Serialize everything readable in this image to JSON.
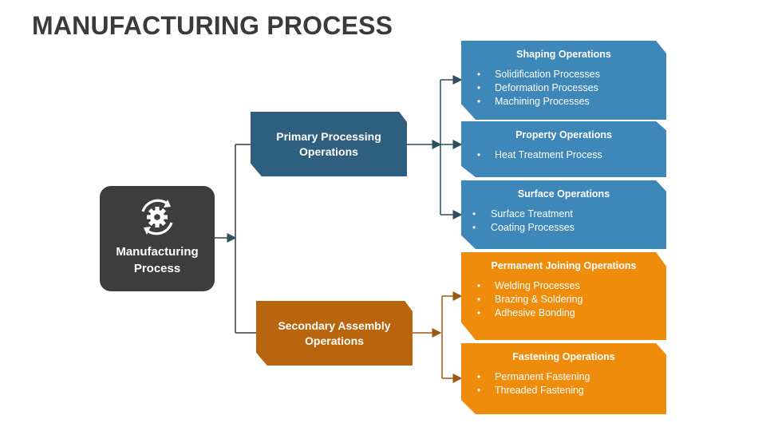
{
  "title": "MANUFACTURING PROCESS",
  "root": {
    "label": "Manufacturing Process",
    "icon": "gear-cycle-icon"
  },
  "primary": {
    "label": "Primary Processing Operations",
    "color": "#2f5f7e",
    "boxes": [
      {
        "title": "Shaping Operations",
        "items": [
          "Solidification Processes",
          "Deformation Processes",
          "Machining Processes"
        ]
      },
      {
        "title": "Property Operations",
        "items": [
          "Heat Treatment Process"
        ]
      },
      {
        "title": "Surface Operations",
        "items": [
          "Surface Treatment",
          "Coating Processes"
        ]
      }
    ]
  },
  "secondary": {
    "label": "Secondary Assembly Operations",
    "color": "#b8650d",
    "boxes": [
      {
        "title": "Permanent Joining Operations",
        "items": [
          "Welding Processes",
          "Brazing & Soldering",
          "Adhesive Bonding"
        ]
      },
      {
        "title": "Fastening Operations",
        "items": [
          "Permanent Fastening",
          "Threaded Fastening"
        ]
      }
    ]
  },
  "colors": {
    "root": "#3d3d3d",
    "blue_box": "#3d87b9",
    "orange_box": "#f08c0c",
    "connector_dark": "#2f4f5f",
    "connector_orange": "#9a5a10"
  }
}
